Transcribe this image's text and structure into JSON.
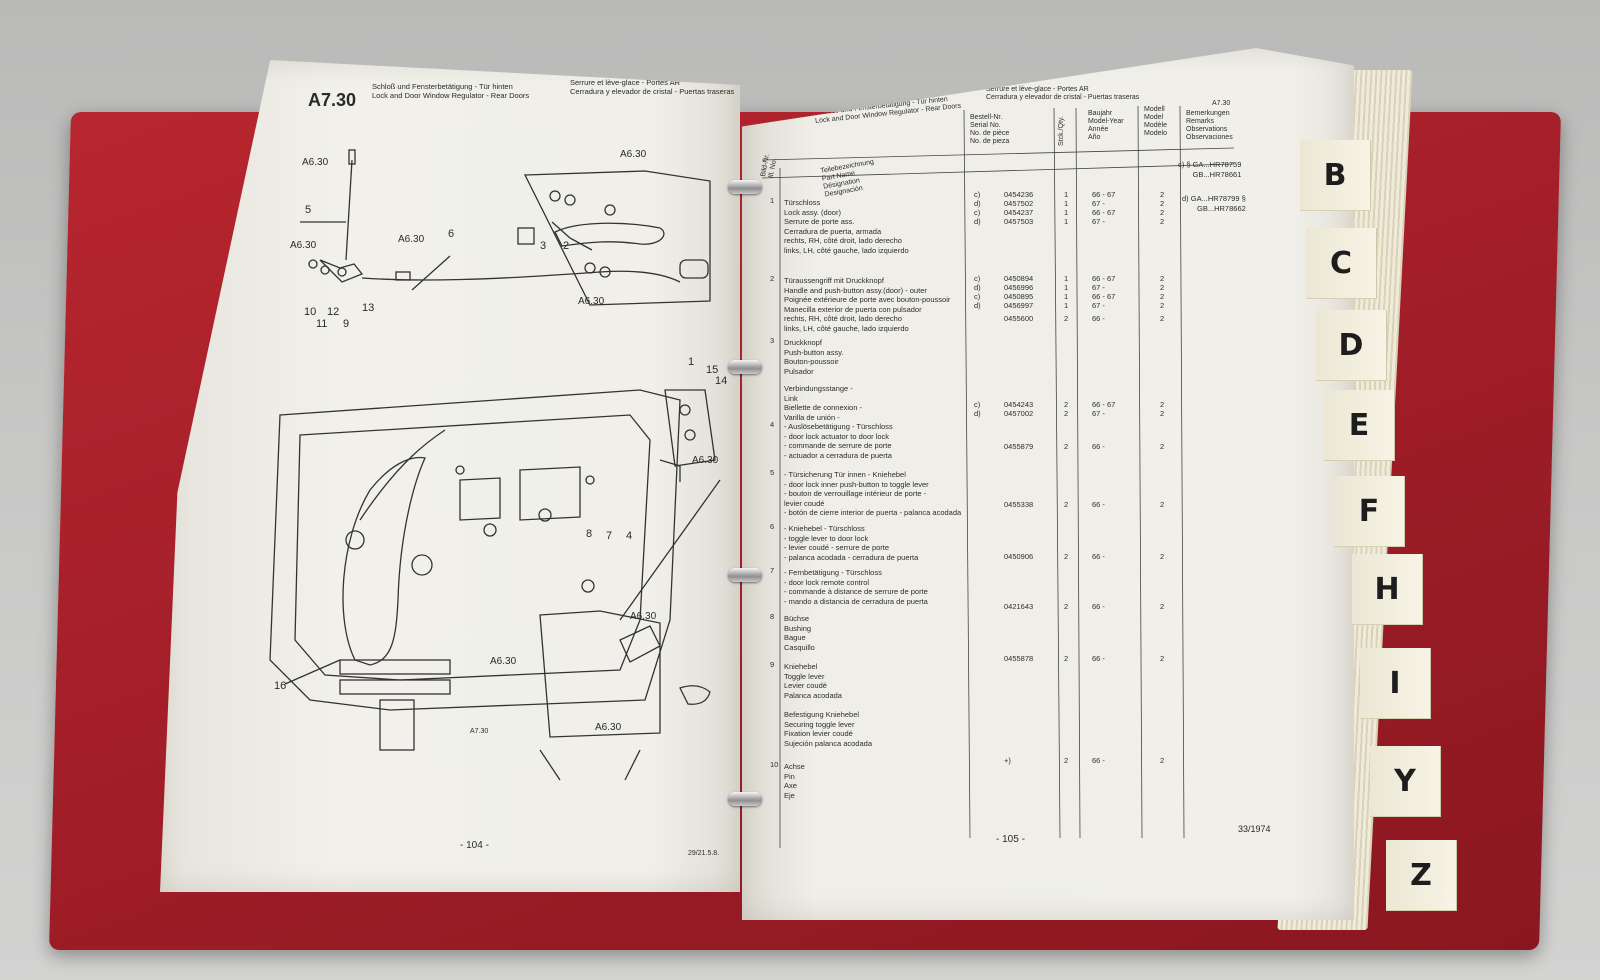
{
  "left_page": {
    "section": "A7.30",
    "header_de_en": [
      "Schloß und Fensterbetätigung - Tür hinten",
      "Lock and Door Window Regulator - Rear Doors"
    ],
    "header_fr_es": [
      "Serrure et lève-glace - Portes AR",
      "Cerradura y elevador de cristal - Puertas traseras"
    ],
    "refs": [
      "A6.30",
      "A6.30",
      "A6.30",
      "A6.30",
      "A6.30",
      "A6.30",
      "A6.30",
      "A6.30"
    ],
    "callouts": [
      "5",
      "6",
      "3",
      "2",
      "10",
      "11",
      "12",
      "9",
      "13",
      "1",
      "15",
      "14",
      "8",
      "7",
      "4",
      "16"
    ],
    "footer_ref": "A7.30",
    "page_number": "- 104 -",
    "print_code": "29/21.5.8."
  },
  "right_page": {
    "header_de": "Schloss und Fensterbetätigung - Tür hinten",
    "header_en": "Lock and Door Window Regulator - Rear Doors",
    "header_fr": "Serrure et lève-glace - Portes AR",
    "header_es": "Cerradura y elevador de cristal - Puertas traseras",
    "section": "A7.30",
    "columns": {
      "item": [
        "Bild-Nr.",
        "Ill. No."
      ],
      "name": [
        "Teilebezeichnung",
        "Part Name",
        "Désignation",
        "Designación"
      ],
      "serial": [
        "Bestell-Nr.",
        "Serial No.",
        "No. de pièce",
        "No. de pieza"
      ],
      "qty": "Stck./Qty.",
      "year": [
        "Baujahr",
        "Model-Year",
        "Année",
        "Año"
      ],
      "model": [
        "Modell",
        "Model",
        "Modèle",
        "Modelo"
      ],
      "remarks": [
        "Bemerkungen",
        "Remarks",
        "Observations",
        "Observaciones"
      ]
    },
    "remarks_top": [
      "c) § GA...HR78759",
      "GB...HR78661"
    ],
    "remarks_d": [
      "d) GA...HR78799 §",
      "GB...HR78662"
    ],
    "items": [
      {
        "no": "1",
        "text": [
          "Türschloss",
          "Lock assy. (door)",
          "Serrure de porte ass.",
          "Cerradura de puerta, armada",
          "rechts, RH, côté droit, lado derecho",
          "links, LH, côté gauche, lado izquierdo"
        ]
      },
      {
        "no": "2",
        "text": [
          "Türaussengriff mit Druckknopf",
          "Handle and push-button assy.(door) - outer",
          "Poignée extérieure de porte avec bouton-poussoir",
          "Manecilla exterior de puerta con pulsador",
          "rechts, RH, côté droit, lado derecho",
          "links, LH, côté gauche, lado izquierdo"
        ]
      },
      {
        "no": "3",
        "text": [
          "Druckknopf",
          "Push-button assy.",
          "Bouton-poussoir",
          "Pulsador"
        ]
      },
      {
        "no": "",
        "text": [
          "Verbindungsstange -",
          "Link",
          "Biellette de connexion -",
          "Varilla de unión -"
        ]
      },
      {
        "no": "4",
        "text": [
          "- Auslösebetätigung - Türschloss",
          "- door lock actuator to door lock",
          "- commande de serrure de porte",
          "- actuador a cerradura de puerta"
        ]
      },
      {
        "no": "5",
        "text": [
          "- Türsicherung Tür innen - Kniehebel",
          "- door lock inner push-button to toggle lever",
          "- bouton de verrouillage intérieur de porte -",
          "levier coudé",
          "- botón de cierre interior de puerta - palanca acodada"
        ]
      },
      {
        "no": "6",
        "text": [
          "- Kniehebel - Türschloss",
          "- toggle lever to door lock",
          "- levier coudé - serrure de porte",
          "- palanca acodada - cerradura de puerta"
        ]
      },
      {
        "no": "7",
        "text": [
          "- Fernbetätigung - Türschloss",
          "- door lock remote control",
          "- commande à distance de serrure de porte",
          "- mando a distancia de cerradura de puerta"
        ]
      },
      {
        "no": "8",
        "text": [
          "Büchse",
          "Bushing",
          "Bague",
          "Casquillo"
        ]
      },
      {
        "no": "9",
        "text": [
          "Kniehebel",
          "Toggle lever",
          "Levier coudé",
          "Palanca acodada"
        ]
      },
      {
        "no": "",
        "text": [
          "Befestigung Kniehebel",
          "Securing toggle lever",
          "Fixation levier coudé",
          "Sujeción palanca acodada"
        ]
      },
      {
        "no": "10",
        "text": [
          "Achse",
          "Pin",
          "Axe",
          "Eje"
        ]
      }
    ],
    "rows": [
      {
        "code": "c)",
        "part": "0454236",
        "qty": "1",
        "year": "66 - 67",
        "model": "2"
      },
      {
        "code": "d)",
        "part": "0457502",
        "qty": "1",
        "year": "67 -",
        "model": "2"
      },
      {
        "code": "c)",
        "part": "0454237",
        "qty": "1",
        "year": "66 - 67",
        "model": "2"
      },
      {
        "code": "d)",
        "part": "0457503",
        "qty": "1",
        "year": "67 -",
        "model": "2"
      },
      {
        "code": "c)",
        "part": "0450894",
        "qty": "1",
        "year": "66 - 67",
        "model": "2"
      },
      {
        "code": "d)",
        "part": "0456996",
        "qty": "1",
        "year": "67 -",
        "model": "2"
      },
      {
        "code": "c)",
        "part": "0450895",
        "qty": "1",
        "year": "66 - 67",
        "model": "2"
      },
      {
        "code": "d)",
        "part": "0456997",
        "qty": "1",
        "year": "67 -",
        "model": "2"
      },
      {
        "code": "",
        "part": "0455600",
        "qty": "2",
        "year": "66 -",
        "model": "2"
      },
      {
        "code": "c)",
        "part": "0454243",
        "qty": "2",
        "year": "66 - 67",
        "model": "2"
      },
      {
        "code": "d)",
        "part": "0457002",
        "qty": "2",
        "year": "67 -",
        "model": "2"
      },
      {
        "code": "",
        "part": "0455879",
        "qty": "2",
        "year": "66 -",
        "model": "2"
      },
      {
        "code": "",
        "part": "0455338",
        "qty": "2",
        "year": "66 -",
        "model": "2"
      },
      {
        "code": "",
        "part": "0450906",
        "qty": "2",
        "year": "66 -",
        "model": "2"
      },
      {
        "code": "",
        "part": "0421643",
        "qty": "2",
        "year": "66 -",
        "model": "2"
      },
      {
        "code": "",
        "part": "0455878",
        "qty": "2",
        "year": "66 -",
        "model": "2"
      },
      {
        "code": "",
        "part": "+)",
        "qty": "2",
        "year": "66 -",
        "model": "2"
      }
    ],
    "page_number": "- 105 -",
    "edition": "33/1974"
  },
  "tabs": [
    "B",
    "C",
    "D",
    "E",
    "F",
    "H",
    "I",
    "Y",
    "Z"
  ]
}
